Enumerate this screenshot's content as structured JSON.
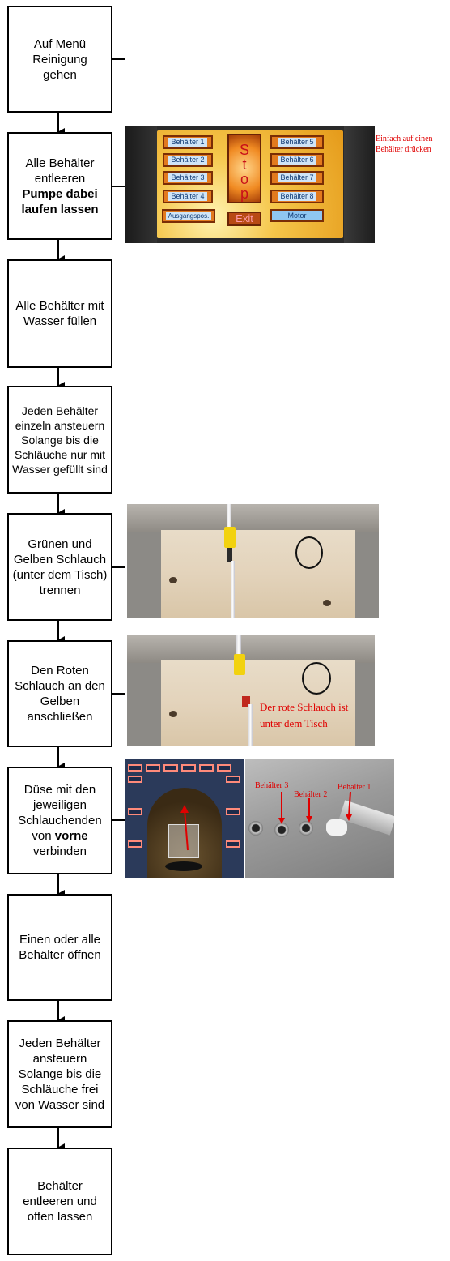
{
  "flowchart": {
    "steps": [
      {
        "line1": "Auf Menü",
        "line2": "Reinigung",
        "line3": "gehen"
      },
      {
        "line1": "Alle Behälter",
        "line2": "entleeren",
        "bold1": "Pumpe dabei",
        "bold2": "laufen lassen"
      },
      {
        "line1": "Alle Behälter mit",
        "line2": "Wasser füllen"
      },
      {
        "line1": "Jeden Behälter",
        "line2": "einzeln ansteuern",
        "line3": "Solange bis die",
        "line4": "Schläuche nur mit",
        "line5": "Wasser gefüllt sind"
      },
      {
        "line1": "Grünen und",
        "line2": "Gelben Schlauch",
        "line3": "(unter dem Tisch)",
        "line4": "trennen"
      },
      {
        "line1": "Den Roten",
        "line2": "Schlauch an den",
        "line3": "Gelben",
        "line4": "anschließen"
      },
      {
        "line1": "Düse mit den",
        "line2": "jeweiligen",
        "line3": "Schlauchenden",
        "line4a": "von ",
        "line4b": "vorne",
        "line5": "verbinden"
      },
      {
        "line1": "Einen oder alle",
        "line2": "Behälter öffnen"
      },
      {
        "line1": "Jeden Behälter",
        "line2": "ansteuern",
        "line3": "Solange bis die",
        "line4": "Schläuche frei",
        "line5": "von Wasser sind"
      },
      {
        "line1": "Behälter",
        "line2": "entleeren und",
        "line3": "offen lassen"
      }
    ]
  },
  "screen_menu": {
    "left_buttons": [
      "Behälter 1",
      "Behälter 2",
      "Behälter 3",
      "Behälter 4"
    ],
    "right_buttons": [
      "Behälter 5",
      "Behälter 6",
      "Behälter 7",
      "Behälter 8"
    ],
    "home_button": "Ausgangspos.",
    "stop_letters": [
      "S",
      "t",
      "o",
      "p"
    ],
    "exit_button": "Exit",
    "motor_button": "Motor"
  },
  "notes": {
    "screen_note_line1": "Einfach auf einen",
    "screen_note_line2": "Behälter drücken",
    "red_hose_line1": "Der  rote Schlauch ist",
    "red_hose_line2": "unter dem Tisch",
    "nozzle_label_3": "Behälter 3",
    "nozzle_label_2": "Behälter 2",
    "nozzle_label_1": "Behälter 1"
  },
  "colors": {
    "annotation_red": "#e00000",
    "box_border": "#000000"
  }
}
